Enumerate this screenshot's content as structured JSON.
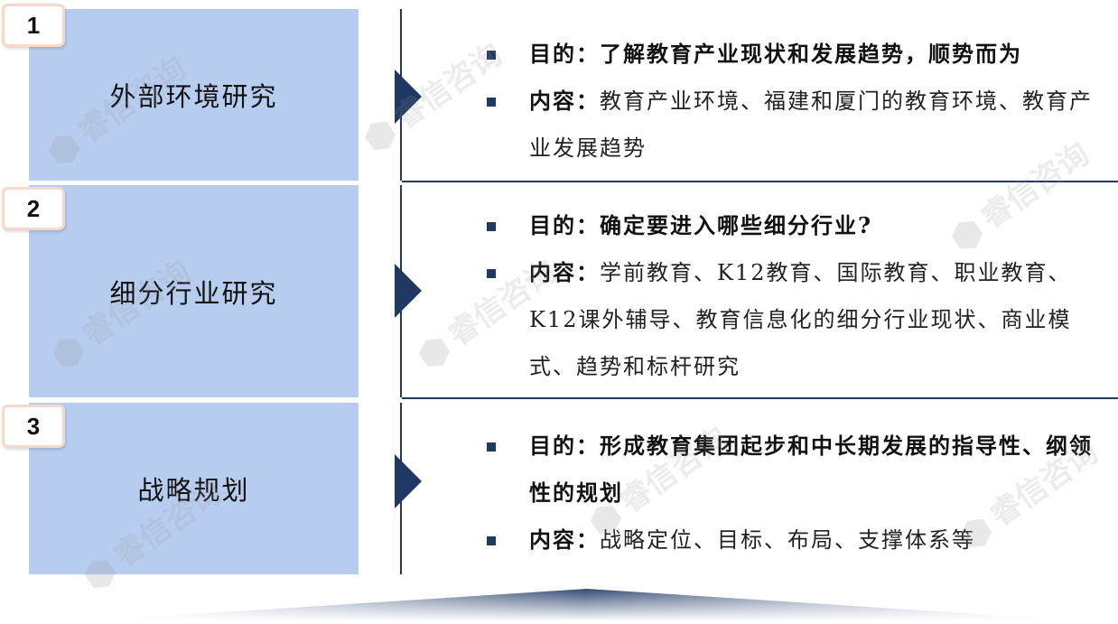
{
  "watermark": "睿信咨询",
  "sections": [
    {
      "number": "1",
      "title": "外部环境研究",
      "purpose_label": "目的：",
      "purpose_text": "了解教育产业现状和发展趋势，顺势而为",
      "content_label": "内容：",
      "content_text": "教育产业环境、福建和厦门的教育环境、教育产业发展趋势"
    },
    {
      "number": "2",
      "title": "细分行业研究",
      "purpose_label": "目的：",
      "purpose_text": "确定要进入哪些细分行业?",
      "content_label": "内容：",
      "content_text": "学前教育、K12教育、国际教育、职业教育、K12课外辅导、教育信息化的细分行业现状、商业模式、趋势和标杆研究"
    },
    {
      "number": "3",
      "title": "战略规划",
      "purpose_label": "目的：",
      "purpose_text": "形成教育集团起步和中长期发展的指导性、纲领性的规划",
      "content_label": "内容：",
      "content_text": "战略定位、目标、布局、支撑体系等"
    }
  ],
  "colors": {
    "left_box": "#b7cdf0",
    "accent": "#1f3864",
    "badge_border": "#f7d9c9"
  }
}
